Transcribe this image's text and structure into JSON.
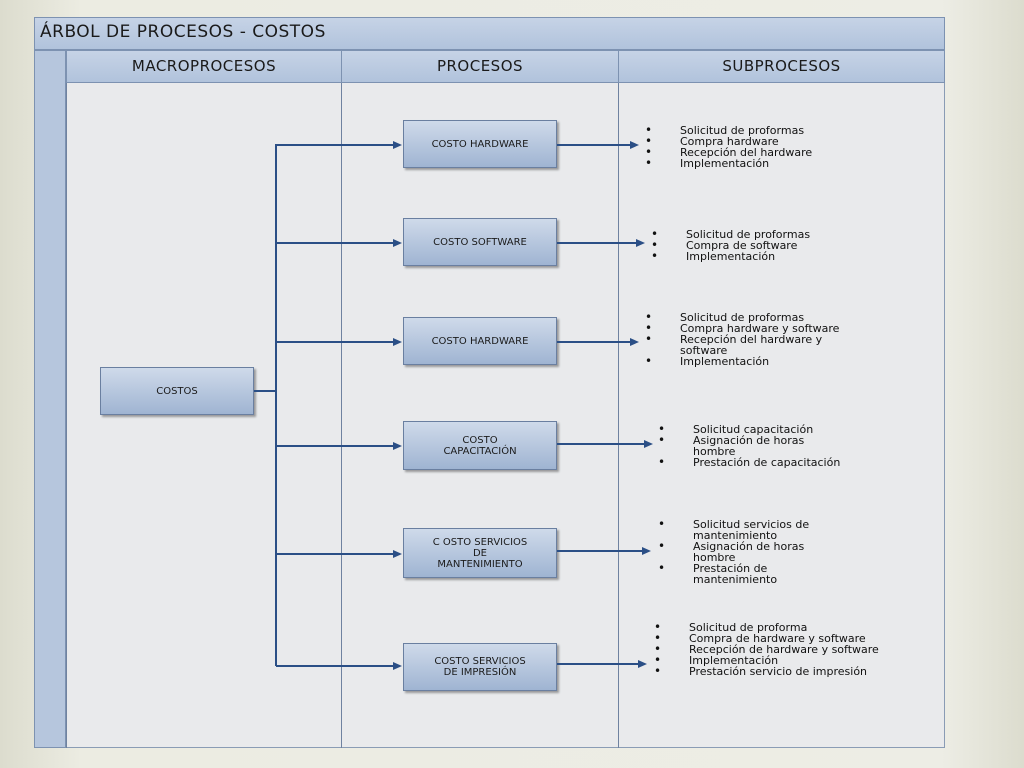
{
  "title": "ÁRBOL DE PROCESOS - COSTOS",
  "columns": [
    "MACROPROCESOS",
    "PROCESOS",
    "SUBPROCESOS"
  ],
  "macro": "COSTOS",
  "processes": [
    {
      "label": "COSTO HARDWARE",
      "subs": [
        "Solicitud de proformas",
        "Compra hardware",
        "Recepción del hardware",
        "Implementación"
      ]
    },
    {
      "label": "COSTO SOFTWARE",
      "subs": [
        "Solicitud de proformas",
        "Compra de software",
        "Implementación"
      ]
    },
    {
      "label": "COSTO HARDWARE",
      "subs": [
        "Solicitud de proformas",
        "Compra hardware y software",
        "Recepción del hardware y software",
        "Implementación"
      ]
    },
    {
      "label": "COSTO\nCAPACITACIÓN",
      "subs": [
        "Solicitud capacitación",
        "Asignación de horas hombre",
        "Prestación de capacitación"
      ]
    },
    {
      "label": "C OSTO SERVICIOS\nDE\nMANTENIMIENTO",
      "subs": [
        "Solicitud servicios de mantenimiento",
        "Asignación de horas hombre",
        "Prestación de mantenimiento"
      ]
    },
    {
      "label": "COSTO SERVICIOS\nDE IMPRESIÓN",
      "subs": [
        "Solicitud de proforma",
        "Compra de hardware y software",
        "Recepción de hardware y software",
        "Implementación",
        "Prestación servicio de impresión"
      ]
    }
  ]
}
